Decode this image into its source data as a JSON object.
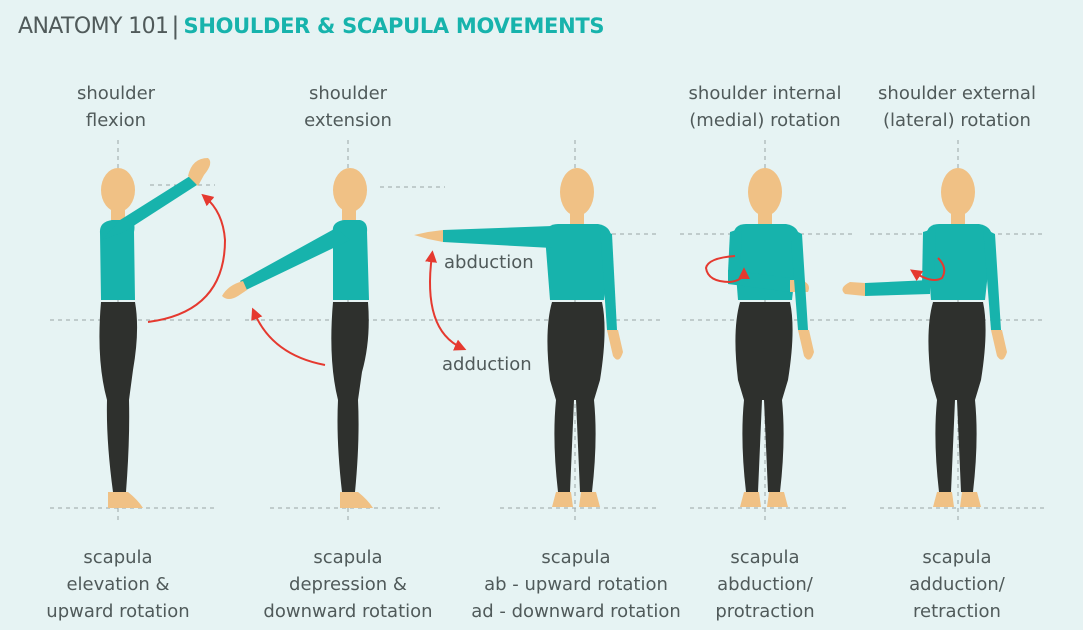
{
  "header": {
    "title_prefix": "ANATOMY 101",
    "separator": "|",
    "title_main": "SHOULDER & SCAPULA MOVEMENTS"
  },
  "colors": {
    "background": "#e6f3f3",
    "accent_teal": "#17b3ac",
    "shirt": "#17b3ac",
    "pants": "#2e302d",
    "skin": "#f0c185",
    "arrow": "#e5392f",
    "text": "#505a5a",
    "guide": "#9aa5a5"
  },
  "figures": [
    {
      "id": "flexion",
      "top_label": [
        "shoulder",
        "flexion"
      ],
      "bottom_label": [
        "scapula",
        "elevation &",
        "upward rotation"
      ]
    },
    {
      "id": "extension",
      "top_label": [
        "shoulder",
        "extension"
      ],
      "bottom_label": [
        "scapula",
        "depression &",
        "downward rotation"
      ]
    },
    {
      "id": "abduction-adduction",
      "top_label": [],
      "bottom_label": [
        "scapula",
        "ab - upward rotation",
        "ad - downward rotation"
      ],
      "motion_labels": {
        "abduction": "abduction",
        "adduction": "adduction"
      }
    },
    {
      "id": "internal-rotation",
      "top_label": [
        "shoulder internal",
        "(medial) rotation"
      ],
      "bottom_label": [
        "scapula",
        "abduction/",
        "protraction"
      ]
    },
    {
      "id": "external-rotation",
      "top_label": [
        "shoulder external",
        "(lateral) rotation"
      ],
      "bottom_label": [
        "scapula",
        "adduction/",
        "retraction"
      ]
    }
  ]
}
